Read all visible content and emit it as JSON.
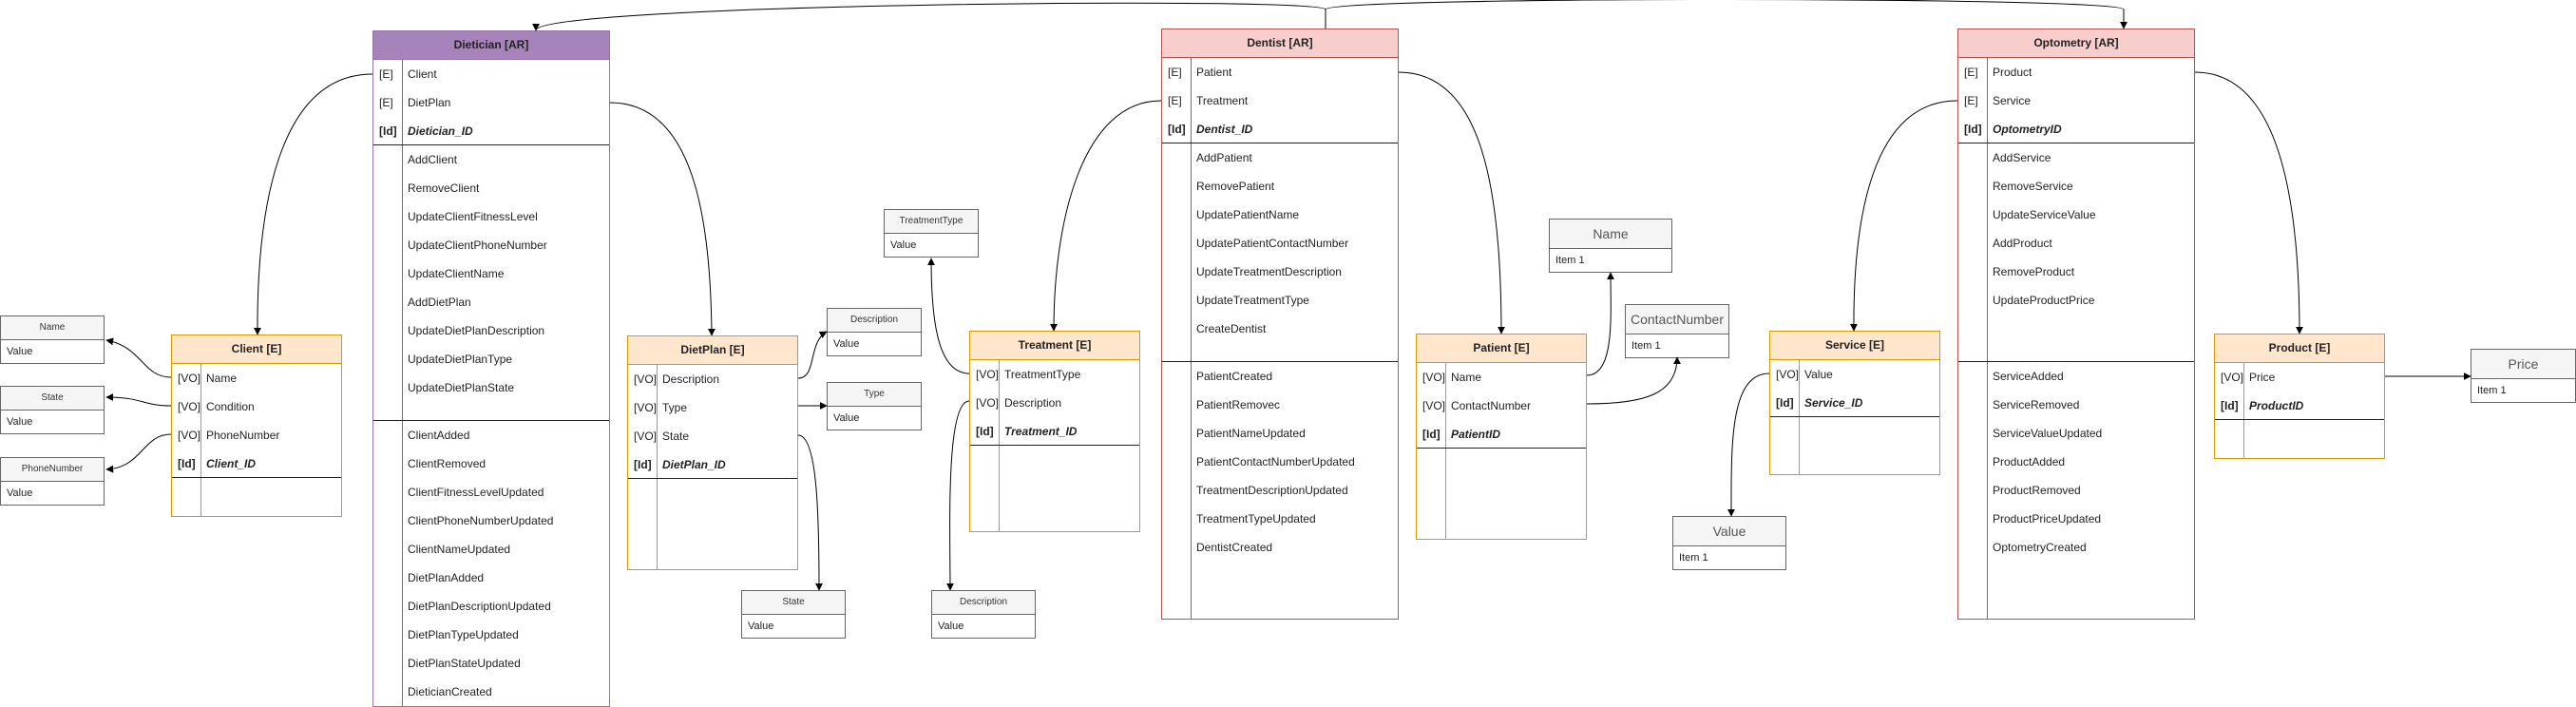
{
  "aggregates": [
    {
      "key": "dietician",
      "title": "Dietician [AR]",
      "attributes": [
        {
          "tag": "[E]",
          "name": "Client",
          "id": false
        },
        {
          "tag": "[E]",
          "name": "DietPlan",
          "id": false
        },
        {
          "tag": "[Id]",
          "name": "Dietician_ID",
          "id": true
        }
      ],
      "operations": [
        "AddClient",
        "RemoveClient",
        "UpdateClientFitnessLevel",
        "UpdateClientPhoneNumber",
        "UpdateClientName",
        "AddDietPlan",
        "UpdateDietPlanDescription",
        "UpdateDietPlanType",
        "UpdateDietPlanState"
      ],
      "events": [
        "ClientAdded",
        "ClientRemoved",
        "ClientFitnessLevelUpdated",
        "ClientPhoneNumberUpdated",
        "ClientNameUpdated",
        "DietPlanAdded",
        "DietPlanDescriptionUpdated",
        "DietPlanTypeUpdated",
        "DietPlanStateUpdated",
        "DieticianCreated"
      ]
    },
    {
      "key": "dentist",
      "title": "Dentist [AR]",
      "attributes": [
        {
          "tag": "[E]",
          "name": "Patient",
          "id": false
        },
        {
          "tag": "[E]",
          "name": "Treatment",
          "id": false
        },
        {
          "tag": "[Id]",
          "name": "Dentist_ID",
          "id": true
        }
      ],
      "operations": [
        "AddPatient",
        "RemovePatient",
        "UpdatePatientName",
        "UpdatePatientContactNumber",
        "UpdateTreatmentDescription",
        "UpdateTreatmentType",
        "CreateDentist"
      ],
      "events": [
        "PatientCreated",
        "PatientRemovec",
        "PatientNameUpdated",
        "PatientContactNumberUpdated",
        "TreatmentDescriptionUpdated",
        "TreatmentTypeUpdated",
        "DentistCreated"
      ]
    },
    {
      "key": "optometry",
      "title": "Optometry [AR]",
      "attributes": [
        {
          "tag": "[E]",
          "name": "Product",
          "id": false
        },
        {
          "tag": "[E]",
          "name": "Service",
          "id": false
        },
        {
          "tag": "[Id]",
          "name": "OptometryID",
          "id": true
        }
      ],
      "operations": [
        "AddService",
        "RemoveService",
        "UpdateServiceValue",
        "AddProduct",
        "RemoveProduct",
        "UpdateProductPrice"
      ],
      "events": [
        "ServiceAdded",
        "ServiceRemoved",
        "ServiceValueUpdated",
        "ProductAdded",
        "ProductRemoved",
        "ProductPriceUpdated",
        "OptometryCreated"
      ]
    }
  ],
  "entities": [
    {
      "key": "client",
      "title": "Client [E]",
      "attributes": [
        {
          "tag": "[VO]",
          "name": "Name",
          "id": false
        },
        {
          "tag": "[VO]",
          "name": "Condition",
          "id": false
        },
        {
          "tag": "[VO]",
          "name": "PhoneNumber",
          "id": false
        },
        {
          "tag": "[Id]",
          "name": "Client_ID",
          "id": true
        }
      ]
    },
    {
      "key": "dietplan",
      "title": "DietPlan [E]",
      "attributes": [
        {
          "tag": "[VO]",
          "name": "Description",
          "id": false
        },
        {
          "tag": "[VO]",
          "name": "Type",
          "id": false
        },
        {
          "tag": "[VO]",
          "name": "State",
          "id": false
        },
        {
          "tag": "[Id]",
          "name": "DietPlan_ID",
          "id": true
        }
      ]
    },
    {
      "key": "treatment",
      "title": "Treatment [E]",
      "attributes": [
        {
          "tag": "[VO]",
          "name": "TreatmentType",
          "id": false
        },
        {
          "tag": "[VO]",
          "name": "Description",
          "id": false
        },
        {
          "tag": "[Id]",
          "name": "Treatment_ID",
          "id": true
        }
      ]
    },
    {
      "key": "patient",
      "title": "Patient [E]",
      "attributes": [
        {
          "tag": "[VO]",
          "name": "Name",
          "id": false
        },
        {
          "tag": "[VO]",
          "name": "ContactNumber",
          "id": false
        },
        {
          "tag": "[Id]",
          "name": "PatientID",
          "id": true
        }
      ]
    },
    {
      "key": "service",
      "title": "Service [E]",
      "attributes": [
        {
          "tag": "[VO]",
          "name": "Value",
          "id": false
        },
        {
          "tag": "[Id]",
          "name": "Service_ID",
          "id": true
        }
      ]
    },
    {
      "key": "product",
      "title": "Product [E]",
      "attributes": [
        {
          "tag": "[VO]",
          "name": "Price",
          "id": false
        },
        {
          "tag": "[Id]",
          "name": "ProductID",
          "id": true
        }
      ]
    }
  ],
  "value_objects": [
    {
      "key": "client-name",
      "title": "Name",
      "row": "Value"
    },
    {
      "key": "client-state",
      "title": "State",
      "row": "Value"
    },
    {
      "key": "client-phone",
      "title": "PhoneNumber",
      "row": "Value"
    },
    {
      "key": "dp-description",
      "title": "Description",
      "row": "Value"
    },
    {
      "key": "dp-type",
      "title": "Type",
      "row": "Value"
    },
    {
      "key": "dp-state",
      "title": "State",
      "row": "Value"
    },
    {
      "key": "tr-type",
      "title": "TreatmentType",
      "row": "Value"
    },
    {
      "key": "tr-description",
      "title": "Description",
      "row": "Value"
    },
    {
      "key": "pt-name",
      "title": "Name",
      "row": "Item 1"
    },
    {
      "key": "pt-contact",
      "title": "ContactNumber",
      "row": "Item 1"
    },
    {
      "key": "sv-value",
      "title": "Value",
      "row": "Item 1"
    },
    {
      "key": "pr-price",
      "title": "Price",
      "row": "Item 1"
    }
  ],
  "colors": {
    "aggregate_border": "#b85450",
    "aggregate_header": "#f8cecc",
    "dietician_header": "#a683bb",
    "entity_border": "#d79b00",
    "entity_header": "#ffe6cc",
    "value_object_header": "#f5f5f5"
  }
}
